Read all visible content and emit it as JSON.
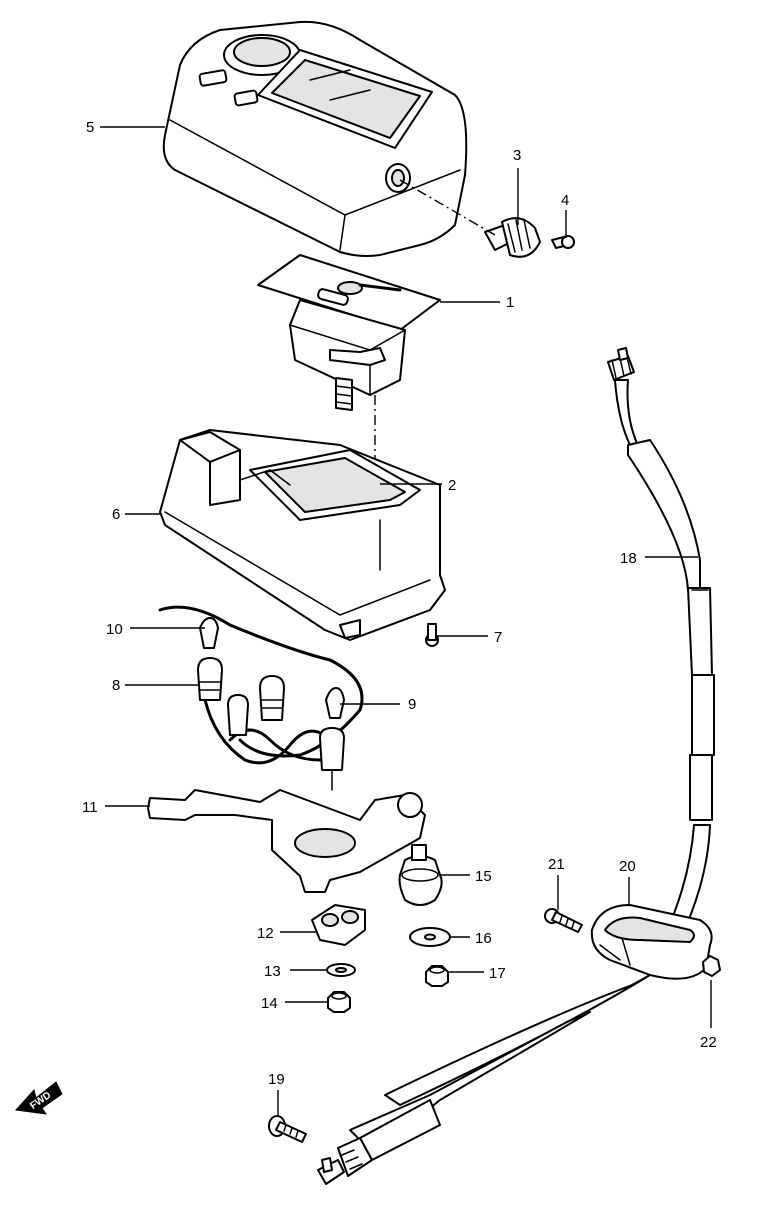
{
  "diagram": {
    "callouts": [
      "1",
      "2",
      "3",
      "4",
      "5",
      "6",
      "7",
      "8",
      "9",
      "10",
      "11",
      "12",
      "13",
      "14",
      "15",
      "16",
      "17",
      "18",
      "19",
      "20",
      "21",
      "22"
    ],
    "fwd_label": "FWD"
  }
}
